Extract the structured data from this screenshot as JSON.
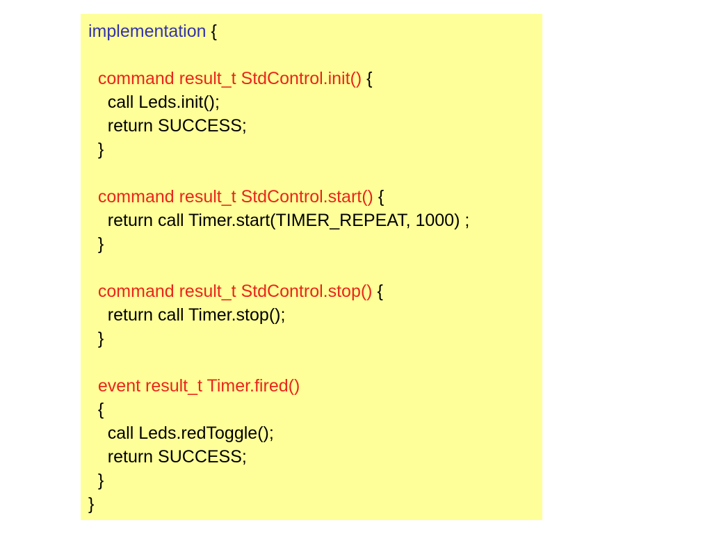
{
  "colors": {
    "background": "#ffffff",
    "code_box": "#ffff99",
    "keyword": "#3333aa",
    "signature": "#e8261a",
    "text": "#000000"
  },
  "code": {
    "lines": [
      [
        {
          "t": "implementation",
          "c": "kw"
        },
        {
          "t": " {",
          "c": "txt"
        }
      ],
      [],
      [
        {
          "t": "  command result_t StdControl.init()",
          "c": "sig"
        },
        {
          "t": " {",
          "c": "txt"
        }
      ],
      [
        {
          "t": "    call Leds.init();",
          "c": "txt"
        }
      ],
      [
        {
          "t": "    return SUCCESS;",
          "c": "txt"
        }
      ],
      [
        {
          "t": "  }",
          "c": "txt"
        }
      ],
      [],
      [
        {
          "t": "  command result_t StdControl.start()",
          "c": "sig"
        },
        {
          "t": " {",
          "c": "txt"
        }
      ],
      [
        {
          "t": "    return call Timer.start(TIMER_REPEAT, 1000) ;",
          "c": "txt"
        }
      ],
      [
        {
          "t": "  }",
          "c": "txt"
        }
      ],
      [],
      [
        {
          "t": "  command result_t StdControl.stop()",
          "c": "sig"
        },
        {
          "t": " {",
          "c": "txt"
        }
      ],
      [
        {
          "t": "    return call Timer.stop();",
          "c": "txt"
        }
      ],
      [
        {
          "t": "  }",
          "c": "txt"
        }
      ],
      [],
      [
        {
          "t": "  event result_t Timer.fired()",
          "c": "sig"
        }
      ],
      [
        {
          "t": "  {",
          "c": "txt"
        }
      ],
      [
        {
          "t": "    call Leds.redToggle();",
          "c": "txt"
        }
      ],
      [
        {
          "t": "    return SUCCESS;",
          "c": "txt"
        }
      ],
      [
        {
          "t": "  }",
          "c": "txt"
        }
      ],
      [
        {
          "t": "}",
          "c": "txt"
        }
      ]
    ]
  }
}
